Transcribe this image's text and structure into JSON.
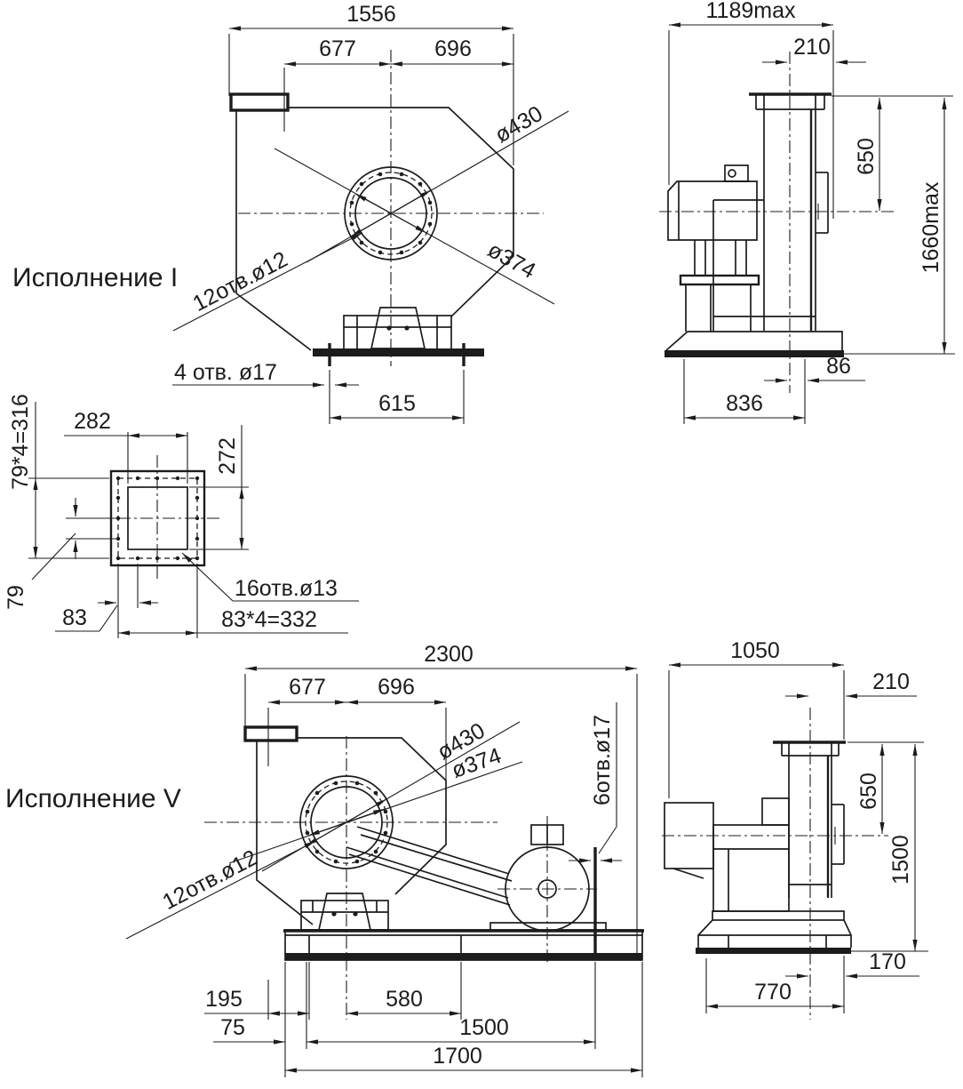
{
  "colors": {
    "ink": "#1c1c1c",
    "background": "#ffffff"
  },
  "captions": {
    "execution_1": "Исполнение I",
    "execution_5": "Исполнение V"
  },
  "exec1_front": {
    "width_overall": "1556",
    "width_left": "677",
    "width_right": "696",
    "inlet_diameter": "ø430",
    "bolt_circle_diameter": "ø374",
    "inlet_holes": "12отв.ø12",
    "base_holes": "4 отв. ø17",
    "base_hole_span": "615"
  },
  "exec1_side": {
    "depth_overall": "1189max",
    "outlet_offset": "210",
    "outlet_height": "650",
    "height_overall": "1660max",
    "axis_offset": "86",
    "base_depth": "836"
  },
  "flange_detail": {
    "bolt_span_vertical": "79*4=316",
    "opening_width": "282",
    "opening_height": "272",
    "bolt_pitch_vertical": "79",
    "bolt_pitch_horizontal": "83",
    "holes": "16отв.ø13",
    "bolt_span_horizontal": "83*4=332"
  },
  "exec5_front": {
    "width_overall": "2300",
    "width_left": "677",
    "width_right": "696",
    "inlet_diameter": "ø430",
    "bolt_circle_diameter": "ø374",
    "inlet_holes": "12отв.ø12",
    "base_holes": "6отв.ø17",
    "pedestal_offset": "195",
    "motor_offset": "580",
    "base_margin": "75",
    "frame_span": "1500",
    "base_length": "1700"
  },
  "exec5_side": {
    "depth_overall": "1050",
    "outlet_offset": "210",
    "outlet_height": "650",
    "height_overall": "1500",
    "axis_offset": "170",
    "base_depth": "770"
  }
}
